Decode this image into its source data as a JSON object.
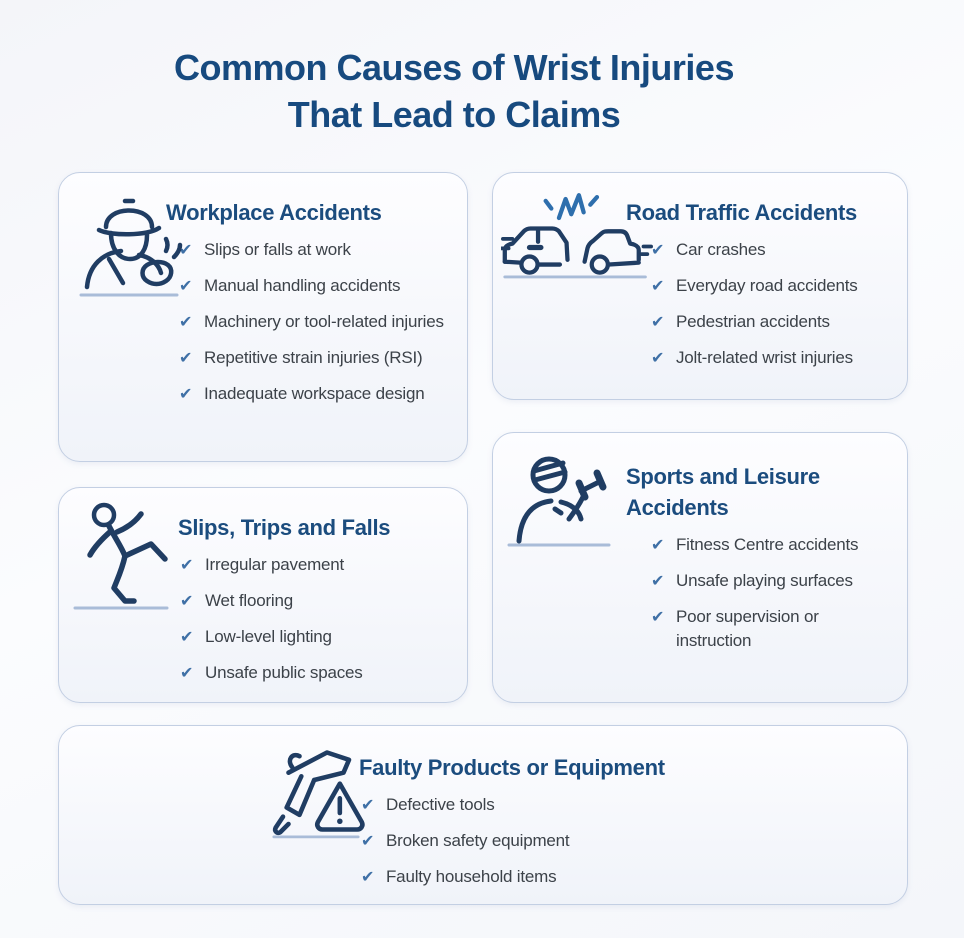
{
  "page": {
    "title_line1": "Common Causes of Wrist Injuries",
    "title_line2": "That Lead to Claims"
  },
  "check_glyph": "✔",
  "colors": {
    "title": "#174a7f",
    "card_heading": "#1b4c7e",
    "body_text": "#3c4249",
    "check": "#3f70a6",
    "card_border": "#c3cfe3",
    "card_background": "#f2f4f9",
    "page_background": "#f7f8fb",
    "icon_stroke": "#203d63",
    "icon_accent": "#2e6fad",
    "icon_ground": "#a9bcd8"
  },
  "cards": [
    {
      "icon": "construction-worker-hardhat",
      "title": "Workplace Accidents",
      "items": [
        "Slips or falls at work",
        "Manual handling accidents",
        "Machinery or tool-related injuries",
        "Repetitive strain injuries (RSI)",
        "Inadequate workspace design"
      ]
    },
    {
      "icon": "car-crash",
      "title": "Road Traffic Accidents",
      "items": [
        "Car crashes",
        "Everyday road accidents",
        "Pedestrian accidents",
        "Jolt-related wrist injuries"
      ]
    },
    {
      "icon": "person-slipping",
      "title": "Slips, Trips and Falls",
      "items": [
        "Irregular pavement",
        "Wet flooring",
        "Low-level lighting",
        "Unsafe public spaces"
      ]
    },
    {
      "icon": "person-lifting-dumbbell",
      "title": "Sports and Leisure Accidents",
      "items": [
        "Fitness Centre accidents",
        "Unsafe playing surfaces",
        "Poor supervision or instruction"
      ]
    },
    {
      "icon": "broken-tool-warning",
      "title": "Faulty Products or Equipment",
      "items": [
        "Defective tools",
        "Broken safety equipment",
        "Faulty household items"
      ]
    }
  ]
}
